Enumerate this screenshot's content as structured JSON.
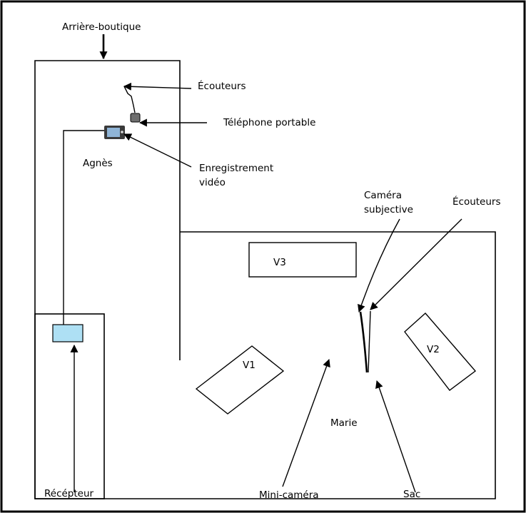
{
  "labels": {
    "back_shop": "Arrière-boutique",
    "headphones_agnes": "Écouteurs",
    "mobile_phone": "Téléphone portable",
    "agnes": "Agnès",
    "video_recording_line1": "Enregistrement",
    "video_recording_line2": "vidéo",
    "subjective_camera_line1": "Caméra",
    "subjective_camera_line2": "subjective",
    "headphones_marie": "Écouteurs",
    "customer_v3": "V3",
    "customer_v2": "V2",
    "customer_v1": "V1",
    "marie": "Marie",
    "receiver": "Récépteur",
    "mini_camera": "Mini-caméra",
    "bag": "Sac"
  },
  "colors": {
    "receiver_fill": "#aee0f4",
    "recorder_body": "#3a3a3a",
    "recorder_screen": "#8fb4d6",
    "phone_fill": "#6f6f6f"
  }
}
